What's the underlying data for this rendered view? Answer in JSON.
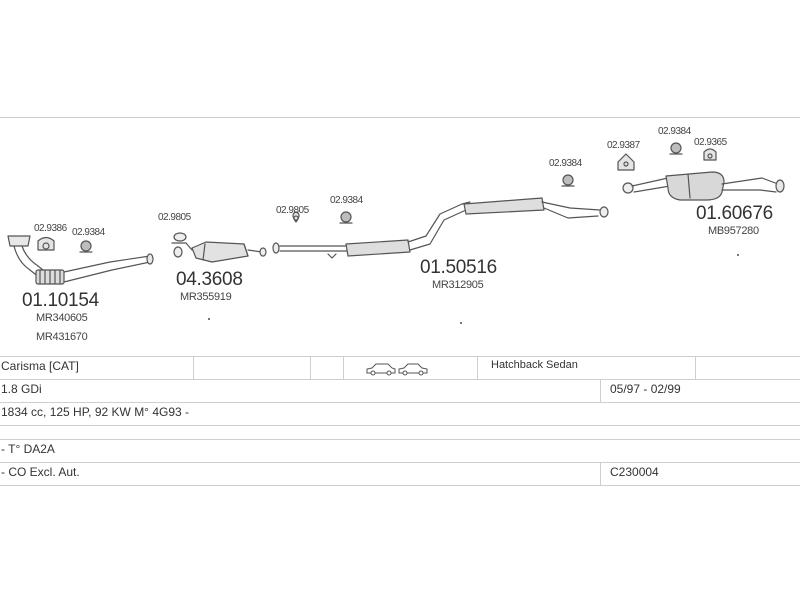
{
  "parts": {
    "front_pipe": {
      "number": "01.10154",
      "oem_1": "MR340605",
      "oem_2": "MR431670",
      "gasket": "02.9386",
      "clamp": "02.9384"
    },
    "catalyst": {
      "number": "04.3608",
      "oem": "MR355919",
      "gasket": "02.9805"
    },
    "center_pipe": {
      "gasket": "02.9805",
      "clamp": "02.9384"
    },
    "middle_muffler": {
      "number": "01.50516",
      "oem": "MR312905",
      "hanger": "02.9384"
    },
    "rear_muffler": {
      "number": "01.60676",
      "oem": "MB957280",
      "hanger_1": "02.9387",
      "hanger_2": "02.9384",
      "hanger_3": "02.9365"
    }
  },
  "vehicle": {
    "model": "Carisma  [CAT]",
    "body": "Hatchback Sedan",
    "engine": "1.8 GDi",
    "years": "05/97 - 02/99",
    "spec": "1834 cc, 125 HP, 92 KW M° 4G93 -",
    "type": "- T° DA2A",
    "notes": "- CO Excl. Aut.",
    "code": "C230004"
  },
  "icons": {
    "body_style": "car-silhouettes-icon"
  },
  "colors": {
    "line": "#cfcfcf",
    "drawing": "#555555"
  }
}
